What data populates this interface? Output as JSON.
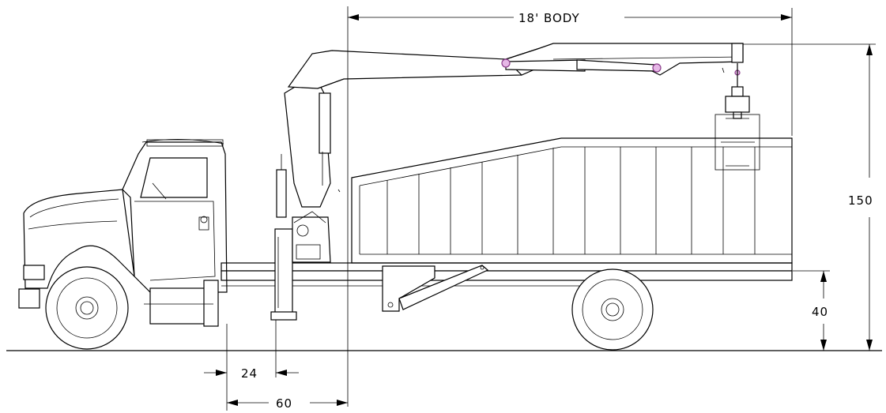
{
  "dimensions": {
    "body_length": "18' BODY",
    "overall_height": "150",
    "frame_height": "40",
    "outrigger_offset": "24",
    "cab_to_body": "60"
  },
  "colors": {
    "line": "#000000",
    "pivot_fill": "#e6b7e6",
    "pivot_stroke": "#8a3c8a",
    "background": "#ffffff"
  }
}
